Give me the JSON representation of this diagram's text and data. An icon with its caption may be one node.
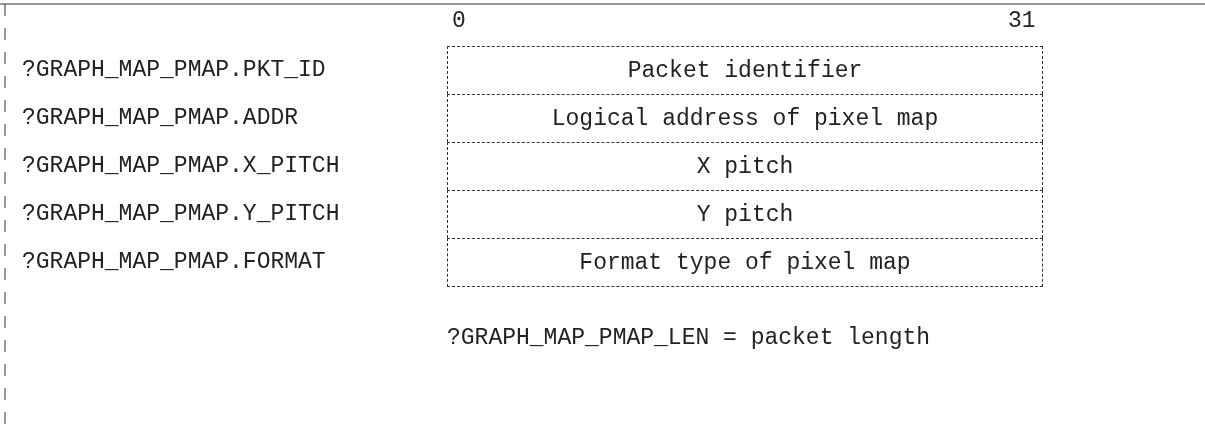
{
  "diagram": {
    "nodes": [
      {
        "text": [
          "Packet identifier"
        ]
      },
      {
        "text": [
          "Logical address of pixel map"
        ]
      },
      {
        "text": [
          "X pitch"
        ]
      },
      {
        "text": [
          "Y pitch"
        ]
      },
      {
        "text": [
          "Format type of pixel map"
        ]
      }
    ],
    "labels": [
      "0",
      "31",
      "?GRAPH_MAP_PMAP.PKT_ID",
      "?GRAPH_MAP_PMAP.ADDR",
      "?GRAPH_MAP_PMAP.X_PITCH",
      "?GRAPH_MAP_PMAP.Y_PITCH",
      "?GRAPH_MAP_PMAP.FORMAT",
      "?GRAPH_MAP_PMAP_LEN = packet length"
    ]
  }
}
